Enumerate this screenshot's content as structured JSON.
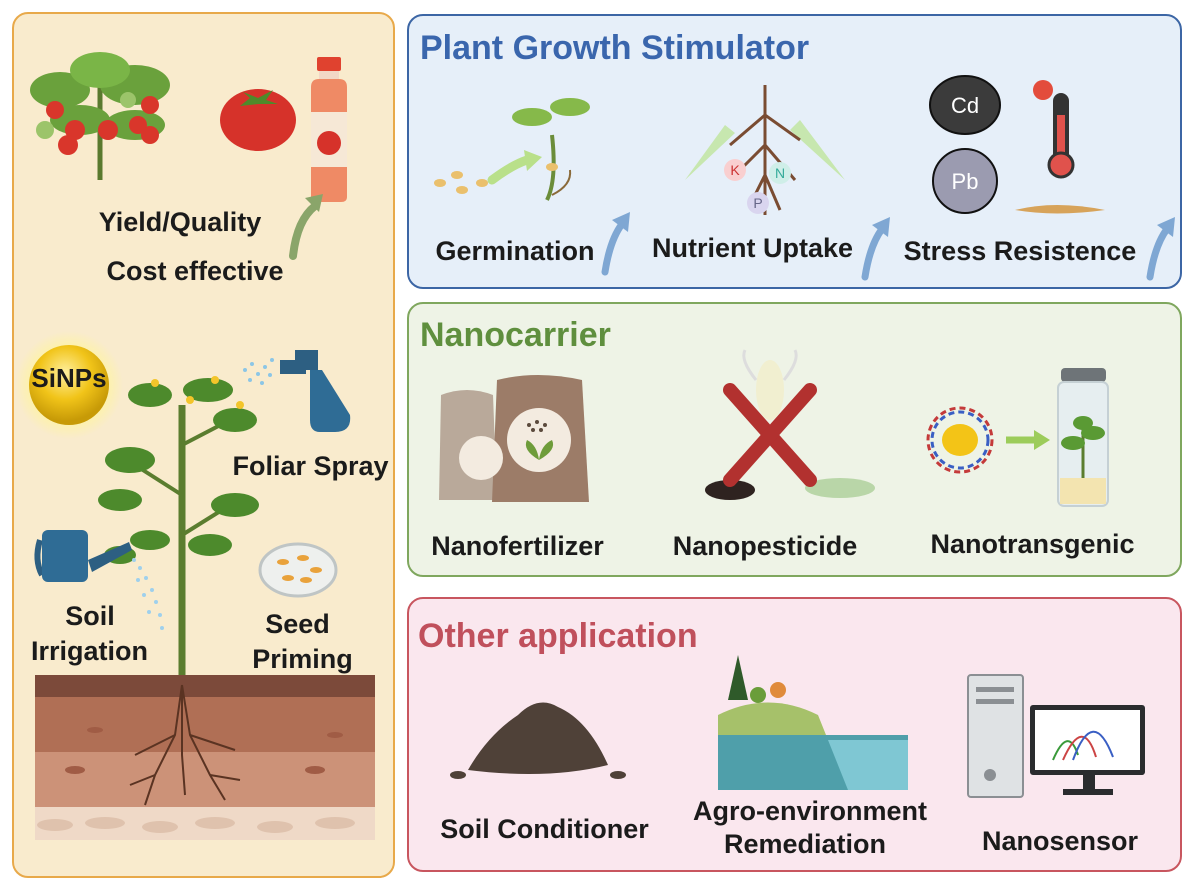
{
  "left_panel": {
    "yield_label": "Yield/Quality",
    "cost_label": "Cost effective",
    "sinps_label": "SiNPs",
    "foliar_label": "Foliar Spray",
    "soil_irrigation_label": [
      "Soil",
      "Irrigation"
    ],
    "seed_priming_label": [
      "Seed",
      "Priming"
    ]
  },
  "growth_panel": {
    "title": "Plant Growth Stimulator",
    "title_color": "#3a66ad",
    "items": [
      "Germination",
      "Nutrient Uptake",
      "Stress Resistence"
    ],
    "nutrients": [
      "K",
      "N",
      "P"
    ],
    "metals": [
      "Cd",
      "Pb"
    ]
  },
  "nanocarrier_panel": {
    "title": "Nanocarrier",
    "title_color": "#5f8f3e",
    "items": [
      "Nanofertilizer",
      "Nanopesticide",
      "Nanotransgenic"
    ]
  },
  "other_panel": {
    "title": "Other application",
    "title_color": "#c0505c",
    "items": [
      "Soil Conditioner",
      "Agro-environment",
      "Remediation",
      "Nanosensor"
    ]
  }
}
